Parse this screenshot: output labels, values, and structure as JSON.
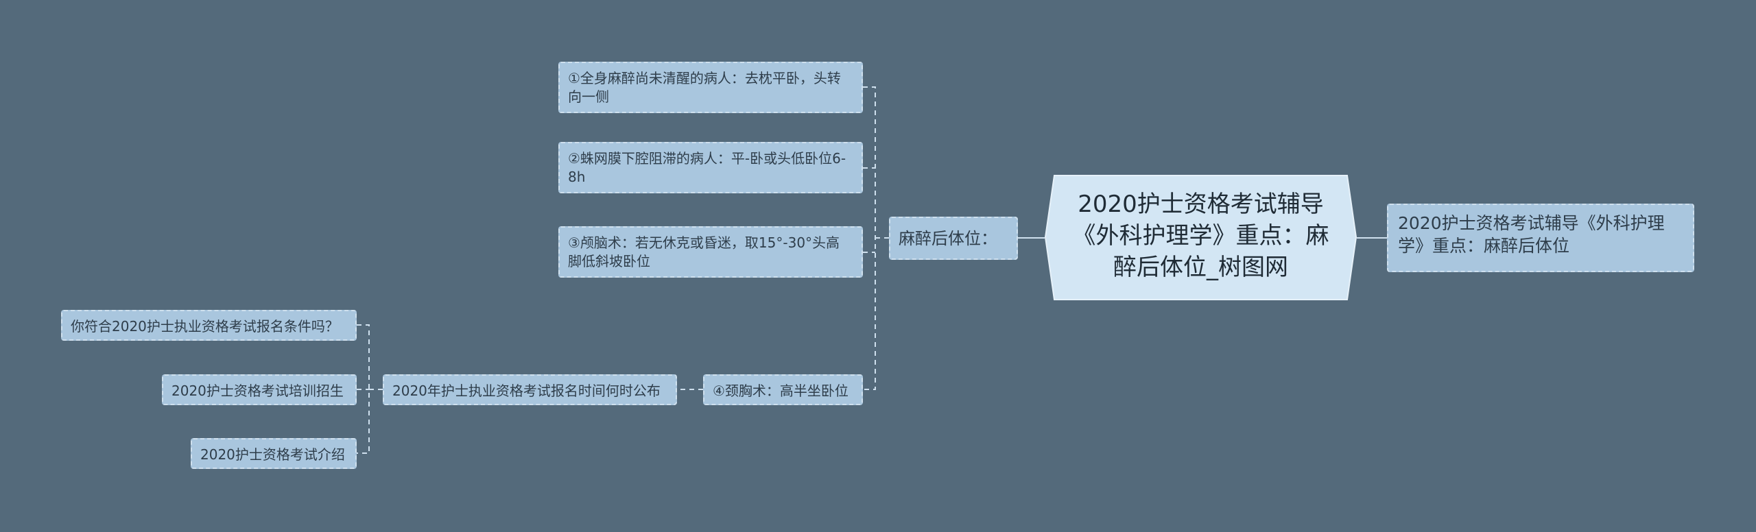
{
  "mindmap": {
    "root": {
      "title": "2020护士资格考试辅导《外科护理学》重点：麻醉后体位_树图网"
    },
    "right_child": {
      "label": "2020护士资格考试辅导《外科护理学》重点：麻醉后体位"
    },
    "hub": {
      "label": "麻醉后体位："
    },
    "items": [
      {
        "label": "①全身麻醉尚未清醒的病人：去枕平卧，头转向一侧"
      },
      {
        "label": "②蛛网膜下腔阻滞的病人：平-卧或头低卧位6-8h"
      },
      {
        "label": "③颅脑术：若无休克或昏迷，取15°-30°头高脚低斜坡卧位"
      },
      {
        "label": "④颈胸术：高半坐卧位"
      }
    ],
    "related": {
      "label": "2020年护士执业资格考试报名时间何时公布",
      "children": [
        {
          "label": "你符合2020护士执业资格考试报名条件吗？"
        },
        {
          "label": "2020护士资格考试培训招生"
        },
        {
          "label": "2020护士资格考试介绍"
        }
      ]
    }
  },
  "colors": {
    "background": "#546a7b",
    "node_fill": "#a9c6de",
    "node_border": "#cfe0ee",
    "root_fill": "#d3e6f4",
    "connector": "#cfe0ee"
  }
}
